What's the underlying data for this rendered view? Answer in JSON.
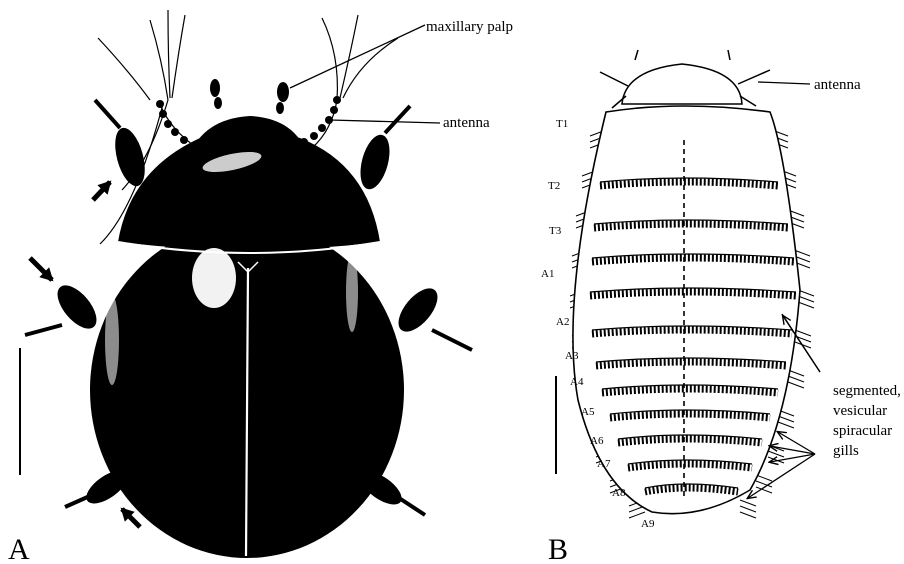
{
  "panel_a": {
    "letter": "A",
    "labels": {
      "maxillary_palp": "maxillary palp",
      "antenna": "antenna"
    }
  },
  "panel_b": {
    "letter": "B",
    "labels": {
      "antenna": "antenna",
      "gills_line1": "segmented,",
      "gills_line2": "vesicular",
      "gills_line3": "spiracular",
      "gills_line4": "gills"
    },
    "segments": [
      "T1",
      "T2",
      "T3",
      "A1",
      "A2",
      "A3",
      "A4",
      "A5",
      "A6",
      "A7",
      "A8",
      "A9"
    ]
  }
}
